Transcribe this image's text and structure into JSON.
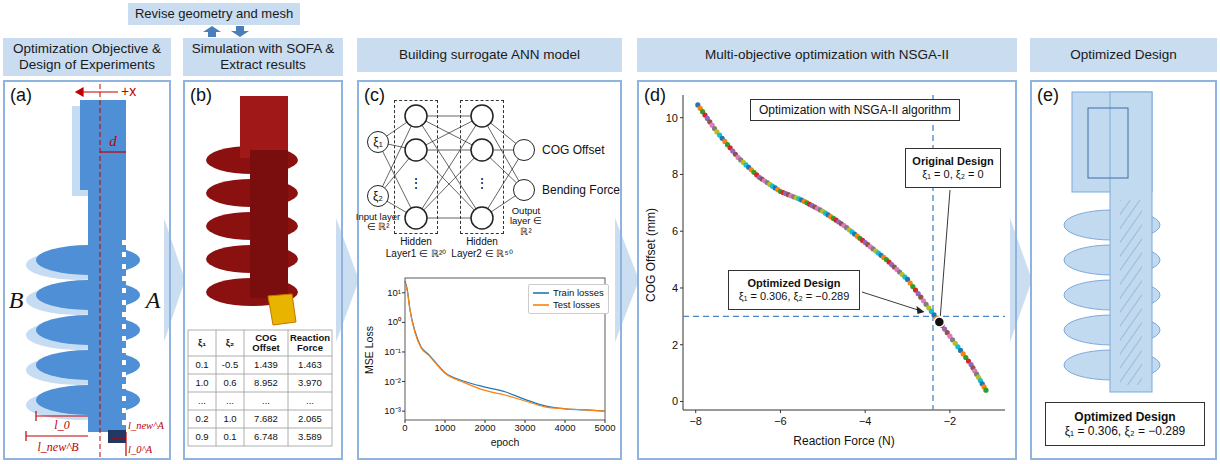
{
  "diagram": {
    "nodes": [
      {
        "text": [
          "Revise geometry and mesh"
        ]
      },
      {
        "text": [
          "Optimization Objective & Design of Experiments"
        ]
      },
      {
        "text": [
          "Simulation with SOFA & Extract results"
        ]
      },
      {
        "text": [
          "Building surrogate ANN model"
        ]
      },
      {
        "text": [
          "Multi-objective optimization with NSGA-II"
        ]
      },
      {
        "text": [
          "Optimized Design"
        ]
      },
      {
        "text": [
          "(a)"
        ]
      },
      {
        "text": [
          "(b)"
        ]
      },
      {
        "text": [
          "(c)"
        ]
      },
      {
        "text": [
          "(d)"
        ]
      },
      {
        "text": [
          "(e)"
        ]
      },
      {
        "text": [
          "ξ₁"
        ],
        "in": 8
      },
      {
        "text": [
          "ξ₂"
        ],
        "in": 8
      },
      {
        "text": [
          "Hidden Layer1 ∈ ℝ²⁰"
        ],
        "in": 8
      },
      {
        "text": [
          "Hidden Layer2 ∈ ℝ⁵⁰"
        ],
        "in": 8
      },
      {
        "text": [
          "COG Offset"
        ],
        "in": 8
      },
      {
        "text": [
          "Bending Force"
        ],
        "in": 8
      },
      {
        "text": [
          "Optimization with NSGA-II algorithm"
        ],
        "in": 9
      },
      {
        "text": [
          "Original Design",
          "ξ₁ = 0, ξ₂ = 0"
        ],
        "in": 9
      },
      {
        "text": [
          "Optimized Design",
          "ξ₁ = 0.306, ξ₂ = −0.289"
        ],
        "in": 9
      },
      {
        "text": [
          "Optimized Design",
          "ξ₁ = 0.306, ξ₂ = −0.289"
        ],
        "in": 10
      }
    ],
    "edges": [
      {
        "from": 6,
        "to": 7,
        "arrow": "to"
      },
      {
        "from": 7,
        "to": 8,
        "arrow": "to"
      },
      {
        "from": 8,
        "to": 9,
        "arrow": "to"
      },
      {
        "from": 9,
        "to": 10,
        "arrow": "to"
      },
      {
        "from": 2,
        "to": 0,
        "arrow": "to"
      },
      {
        "from": 0,
        "to": 2,
        "arrow": "to"
      }
    ],
    "labels": [
      "+x",
      "d",
      "B",
      "A",
      "l_0",
      "l_new^B",
      "l_new^A",
      "l_0^A",
      "ξ₁",
      "ξ₂",
      "COG Offset",
      "Reaction Force",
      "0.1",
      "-0.5",
      "1.439",
      "1.463",
      "1.0",
      "0.6",
      "8.952",
      "3.970",
      "...",
      "...",
      "...",
      "...",
      "0.2",
      "1.0",
      "7.682",
      "2.065",
      "0.9",
      "0.1",
      "6.748",
      "3.589",
      "⋮",
      "⋮",
      "Input layer ∈ ℝ²",
      "Output layer ∈ ℝ²",
      "MSE Loss",
      "10¹",
      "10⁰",
      "10⁻¹",
      "10⁻²",
      "10⁻³",
      "0",
      "1000",
      "2000",
      "3000",
      "4000",
      "5000",
      "epoch",
      "COG Offset (mm)",
      "0",
      "2",
      "4",
      "6",
      "8",
      "10",
      "−8",
      "−6",
      "−4",
      "−2",
      "Reaction Force (N)"
    ],
    "legend": [
      {
        "text": "Train losses"
      },
      {
        "text": "Test losses"
      }
    ]
  }
}
